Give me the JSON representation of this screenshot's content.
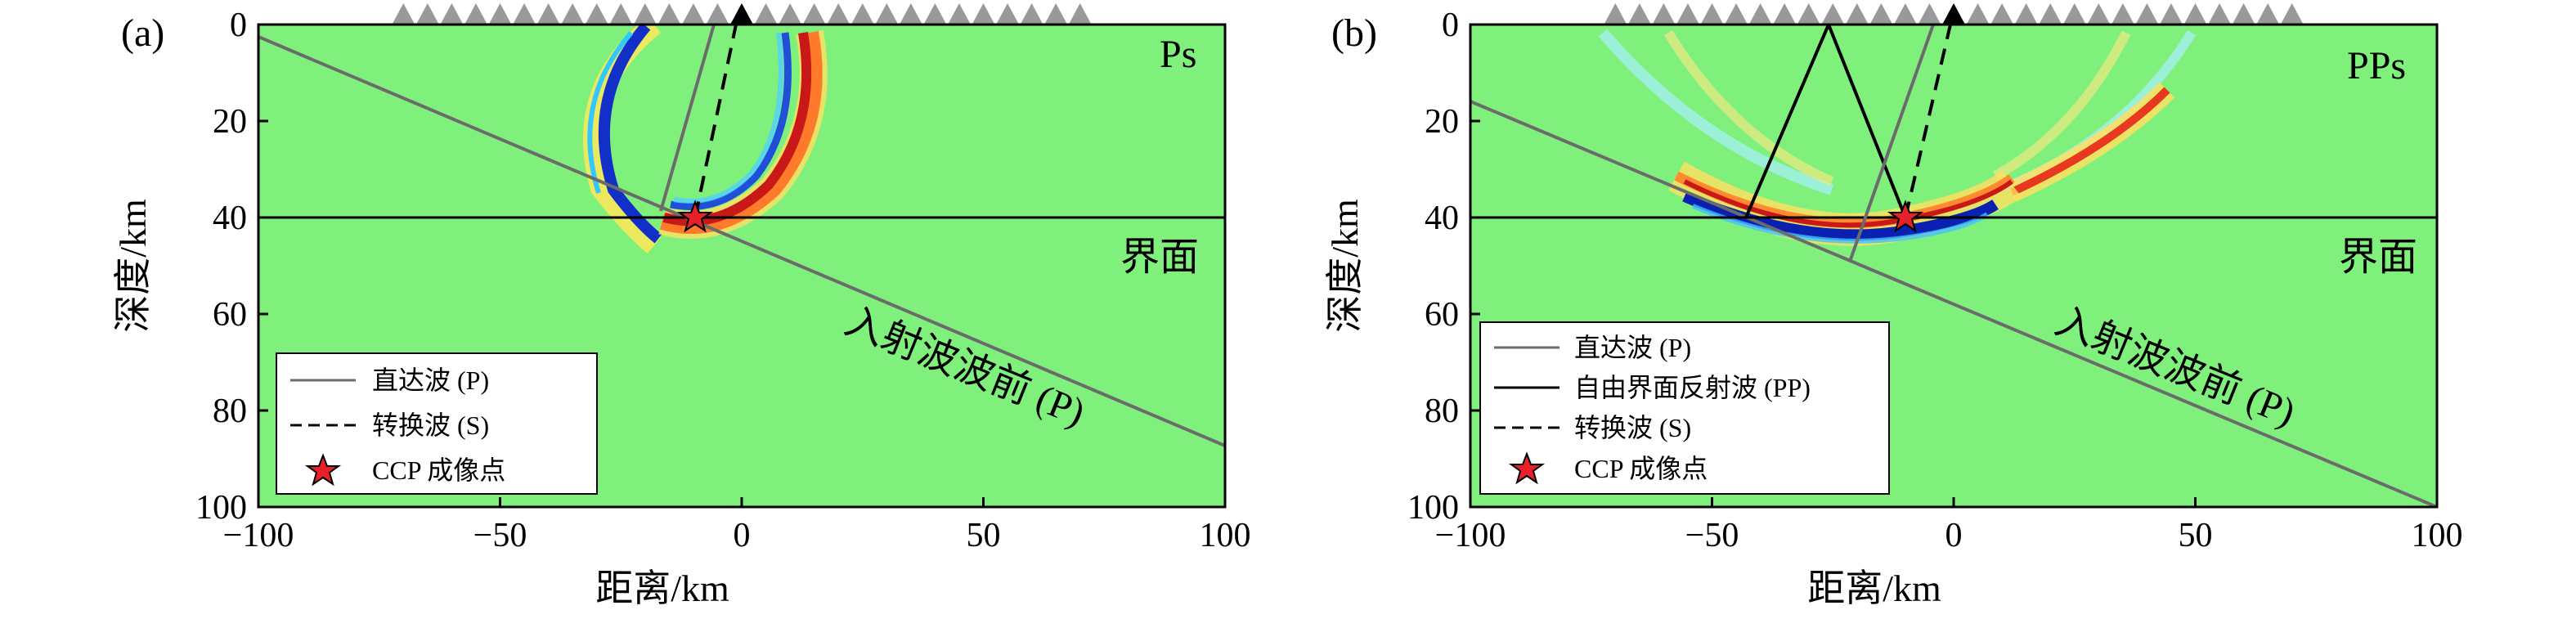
{
  "panels": [
    {
      "label": "(a)",
      "phase": "Ps",
      "interface_label": "界面",
      "wavefront_label": "入射波波前 (P)",
      "xlabel": "距离/km",
      "ylabel": "深度/km",
      "xlim": [
        -100,
        100
      ],
      "ylim": [
        0,
        100
      ],
      "x_ticks": [
        "−100",
        "−50",
        "0",
        "50",
        "100"
      ],
      "y_ticks": [
        "0",
        "20",
        "40",
        "60",
        "80",
        "100"
      ],
      "interface_depth_km": 40,
      "ccp_point": [
        -9,
        40
      ],
      "legend": [
        "直达波 (P)",
        "转换波 (S)",
        "CCP 成像点"
      ]
    },
    {
      "label": "(b)",
      "phase": "PPs",
      "interface_label": "界面",
      "wavefront_label": "入射波波前 (P)",
      "xlabel": "距离/km",
      "ylabel": "深度/km",
      "xlim": [
        -100,
        100
      ],
      "ylim": [
        0,
        100
      ],
      "x_ticks": [
        "−100",
        "−50",
        "0",
        "50",
        "100"
      ],
      "y_ticks": [
        "0",
        "20",
        "40",
        "60",
        "80",
        "100"
      ],
      "interface_depth_km": 40,
      "ccp_point": [
        -9,
        40
      ],
      "legend": [
        "直达波 (P)",
        "自由界面反射波 (PP)",
        "转换波 (S)",
        "CCP 成像点"
      ]
    }
  ],
  "colors": {
    "background": "#80f07c",
    "station": "#999999",
    "station_active": "#000000",
    "direct_ray": "#6b6b6b",
    "ccp_star": "#e8202a"
  }
}
